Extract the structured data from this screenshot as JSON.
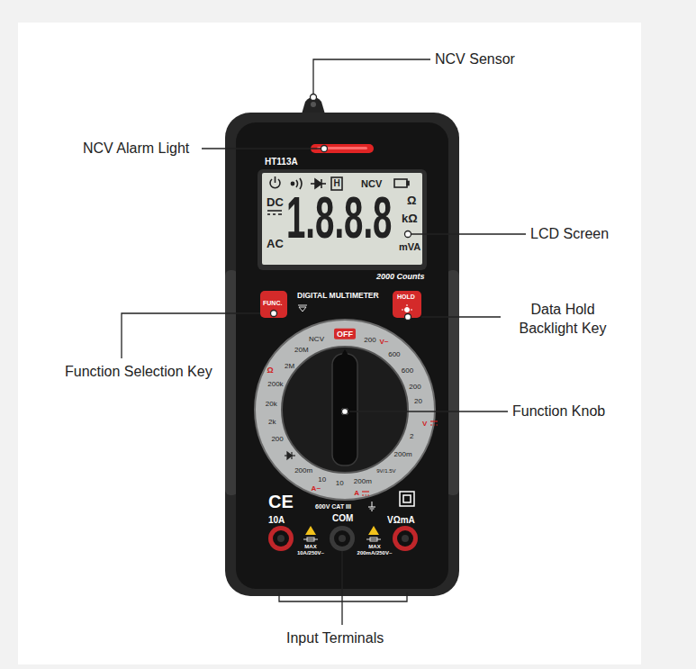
{
  "diagram": {
    "labels": [
      "NCV Sensor",
      "NCV Alarm Light",
      "LCD Screen",
      "Data Hold Backlight Key",
      "Function Selection Key",
      "Function Knob",
      "Input Terminals",
      "HT113A",
      "H",
      "NCV",
      "DC",
      "AC",
      "1.8.8.8",
      "Ω",
      "kΩ",
      "mVA",
      "2000 Counts",
      "DIGITAL MULTIMETER",
      "FUNC.",
      "HOLD",
      "OFF",
      "NCV",
      "200",
      "V~",
      "600",
      "600",
      "200",
      "20",
      "V",
      "2",
      "200m",
      "9V/1.5V",
      "200m",
      "A",
      "10",
      "A~",
      "10",
      "200m",
      "200",
      "2k",
      "20k",
      "200k",
      "2M",
      "20M",
      "Ω",
      "CE",
      "10A",
      "600V CAT III",
      "COM",
      "VΩmA",
      "MAX 10A/250V~",
      "MAX 200mA/250V~"
    ]
  }
}
